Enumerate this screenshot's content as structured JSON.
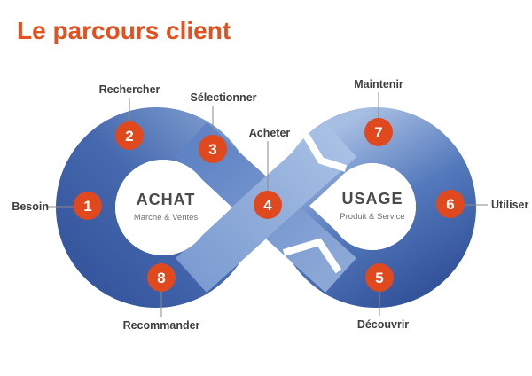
{
  "title": "Le parcours client",
  "colors": {
    "title": "#E5501F",
    "badge": "#E0491E",
    "label_text": "#3D3D3D",
    "loop_dark_blue": "#33539B",
    "loop_light_blue": "#A9C1E5"
  },
  "loops": {
    "left": {
      "name": "ACHAT",
      "subtitle": "Marché & Ventes"
    },
    "right": {
      "name": "USAGE",
      "subtitle": "Produit & Service"
    }
  },
  "steps": [
    {
      "number": "1",
      "label": "Besoin"
    },
    {
      "number": "2",
      "label": "Rechercher"
    },
    {
      "number": "3",
      "label": "Sélectionner"
    },
    {
      "number": "4",
      "label": "Acheter"
    },
    {
      "number": "5",
      "label": "Découvrir"
    },
    {
      "number": "6",
      "label": "Utiliser"
    },
    {
      "number": "7",
      "label": "Maintenir"
    },
    {
      "number": "8",
      "label": "Recommander"
    }
  ]
}
